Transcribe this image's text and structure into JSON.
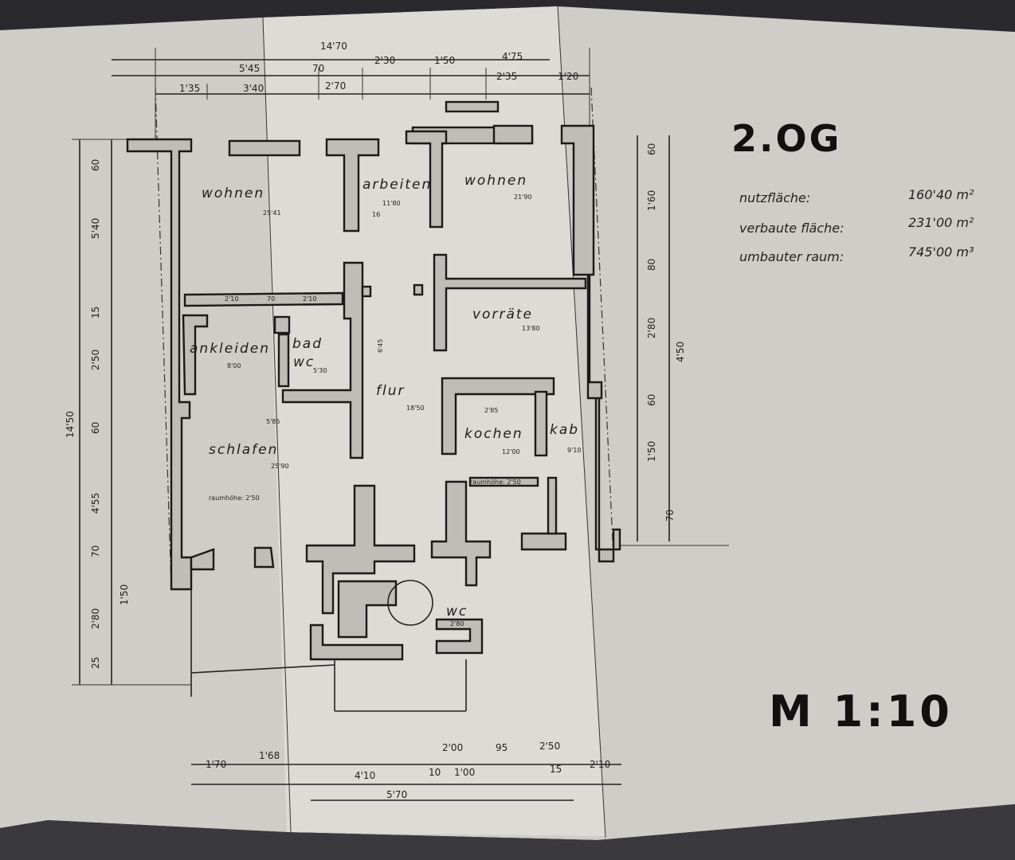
{
  "sheet": {
    "floor_title": "2.OG",
    "scale_label": "M 1:10"
  },
  "stats": [
    {
      "label": "nutzfläche:",
      "value": "160'40 m²"
    },
    {
      "label": "verbaute fläche:",
      "value": "231'00 m²"
    },
    {
      "label": "umbauter raum:",
      "value": "745'00 m³"
    }
  ],
  "rooms": {
    "wohnen_left": {
      "name": "wohnen",
      "area": "25'41"
    },
    "arbeiten": {
      "name": "arbeiten",
      "area": "11'80"
    },
    "wohnen_right": {
      "name": "wohnen",
      "area": "21'90"
    },
    "vorraete": {
      "name": "vorräte",
      "area": "13'80"
    },
    "ankleiden": {
      "name": "ankleiden",
      "area": "8'00"
    },
    "bad": {
      "name": "bad"
    },
    "wc_upper": {
      "name": "wc",
      "area": "5'30"
    },
    "flur": {
      "name": "flur",
      "area": "18'50"
    },
    "kochen": {
      "name": "kochen",
      "area": "12'00"
    },
    "kab": {
      "name": "kab",
      "area": "9'10"
    },
    "schlafen": {
      "name": "schlafen",
      "area": "25'90"
    },
    "wc_lower": {
      "name": "wc",
      "area": "2'80"
    }
  },
  "notes": {
    "raumhoehe_left": "raumhöhe: 2'50",
    "raumhoehe_right": "raumhöhe: 2'50"
  },
  "dims_top": {
    "total": "14'70",
    "row1": [
      "5'45",
      "70",
      "2'30",
      "1'50",
      "4'75"
    ],
    "row2": [
      "1'35",
      "3'40",
      "2'70",
      "2'35",
      "1'20"
    ]
  },
  "dims_bottom": {
    "row1": [
      "1'70",
      "1'68",
      "2'00",
      "95",
      "2'50"
    ],
    "row2": [
      "4'10",
      "10",
      "1'00",
      "15",
      "2'10"
    ],
    "total": "5'70"
  },
  "dims_left": [
    "60",
    "5'40",
    "15",
    "2'50",
    "60",
    "4'55",
    "70",
    "2'80",
    "25",
    "14'50",
    "1'50"
  ],
  "dims_right": [
    "60",
    "1'60",
    "80",
    "2'80",
    "60",
    "1'50",
    "70",
    "4'50"
  ],
  "dims_interior": [
    "2'10",
    "70",
    "2'10",
    "2'85",
    "5'85",
    "16",
    "6'45"
  ]
}
